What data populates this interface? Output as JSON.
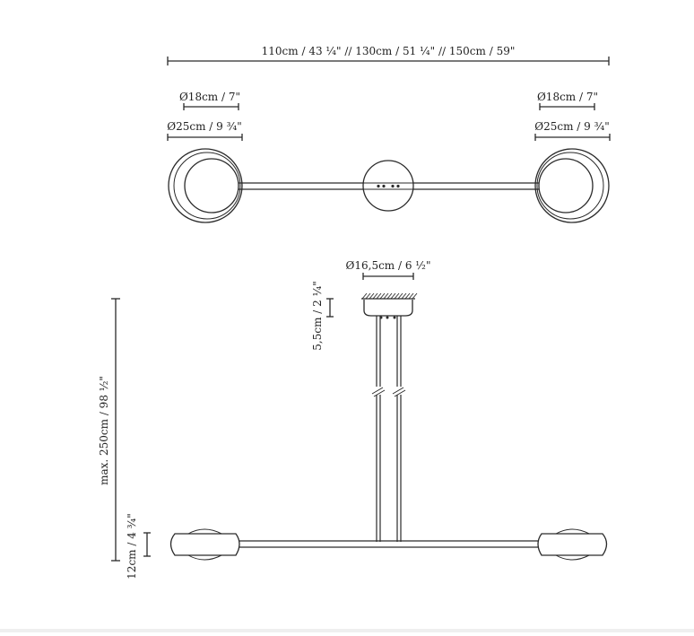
{
  "dimensions": {
    "total_width": "110cm / 43 ¼\" ∕∕ 130cm / 51 ¼\" ∕∕ 150cm / 59\"",
    "inner_diameter_left": "Ø18cm / 7\"",
    "outer_diameter_left": "Ø25cm / 9 ¾\"",
    "inner_diameter_right": "Ø18cm / 7\"",
    "outer_diameter_right": "Ø25cm / 9 ¾\"",
    "canopy_diameter": "Ø16,5cm / 6 ½\"",
    "canopy_height": "5,5cm / 2 ¼\"",
    "max_height": "max. 250cm / 98 ½\"",
    "shade_height": "12cm / 4 ¾\""
  },
  "colors": {
    "line": "#2a2a2a",
    "background": "#ffffff"
  }
}
